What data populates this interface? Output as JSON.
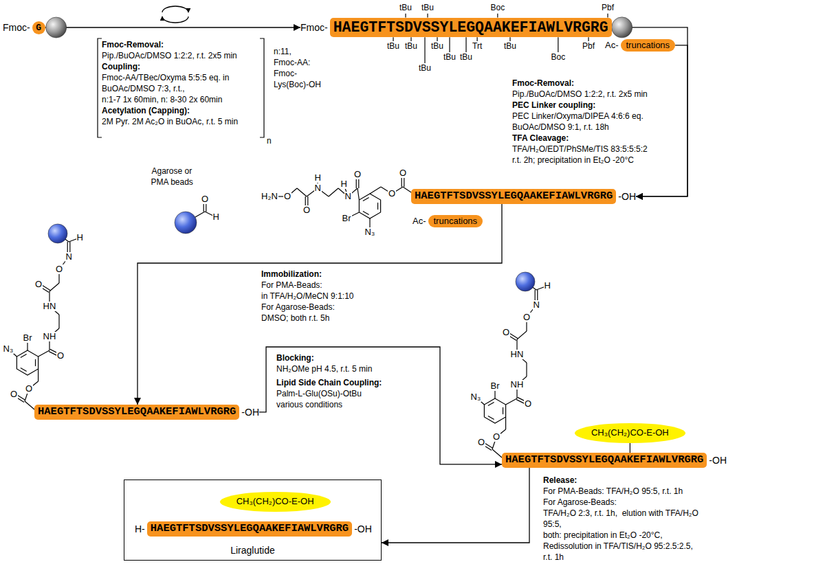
{
  "diagram": {
    "nodes": [
      {
        "text": [
          "Fmoc-",
          "G"
        ]
      },
      {
        "text": [
          "Fmoc-",
          "HAEGTFTSDVSSYLEGQAAKEFIAWLVRGRG"
        ]
      },
      {
        "text": [
          "Ac-",
          "truncations"
        ]
      },
      {
        "text": [
          "HAEGTFTSDVSSYLEGQAAKEFIAWLVRGRG",
          "-OH"
        ]
      },
      {
        "text": [
          "Ac-",
          "truncations"
        ]
      },
      {
        "text": [
          "HAEGTFTSDVSSYLEGQAAKEFIAWLVRGRG",
          "-OH"
        ]
      },
      {
        "text": [
          "HAEGTFTSDVSSYLEGQAAKEFIAWLVRGRG",
          "-OH"
        ]
      },
      {
        "text": [
          "CH₃(CH₂)CO-E-OH"
        ]
      },
      {
        "text": [
          "Liraglutide"
        ]
      },
      {
        "text": [
          "CH₃(CH₂)CO-E-OH"
        ],
        "in": 8
      },
      {
        "text": [
          "H-",
          "HAEGTFTSDVSSYLEGQAAKEFIAWLVRGRG",
          "-OH"
        ],
        "in": 8
      }
    ],
    "edges": [
      {
        "from": 0,
        "to": 1,
        "arrow": "to"
      },
      {
        "from": 1,
        "to": 3,
        "arrow": "to"
      },
      {
        "from": 2,
        "to": 3,
        "arrow": "to"
      },
      {
        "from": 3,
        "to": 5,
        "arrow": "to"
      },
      {
        "from": 5,
        "to": 6,
        "arrow": "to"
      },
      {
        "from": 6,
        "to": 8,
        "arrow": "to"
      }
    ],
    "labels": [
      "Fmoc-Removal:",
      "Pip./BuOAc/DMSO 1:2:2, r.t. 2x5 min",
      "Coupling:",
      "Fmoc-AA/TBec/Oxyma 5:5:5 eq. in",
      "BuOAc/DMSO 7:3, r.t.,",
      "n:1-7 1x 60min, n: 8-30 2x 60min",
      "Acetylation (Capping):",
      "2M Pyr. 2M Ac₂O in BuOAc, r.t. 5 min",
      "n",
      "n:11,",
      "Fmoc-AA:",
      "Fmoc-",
      "Lys(Boc)-OH",
      "tBu",
      "tBu",
      "Boc",
      "Pbf",
      "tBu",
      "tBu",
      "tBu",
      "tBu",
      "Trt",
      "tBu",
      "tBu",
      "tBu",
      "Boc",
      "Pbf",
      "Fmoc-Removal:",
      "Pip./BuOAc/DMSO 1:2:2, r.t. 2x5 min",
      "PEC Linker coupling:",
      "PEC Linker/Oxyma/DIPEA 4:6:6 eq.",
      "BuOAc/DMSO 9:1, r.t. 18h",
      "TFA Cleavage:",
      "TFA/H₂O/EDT/PhSMe/TIS 83:5:5:5:2",
      "r.t. 2h; precipitation in Et₂O -20°C",
      "H₂N",
      "O",
      "O",
      "N",
      "H",
      "N",
      "H",
      "O",
      "Br",
      "N₃",
      "O",
      "O",
      "Agarose or",
      "PMA beads",
      "O",
      "H",
      "Immobilization:",
      "For PMA-Beads:",
      "in TFA/H₂O/MeCN 9:1:10",
      "For Agarose-Beads:",
      "DMSO; both r.t. 5h",
      "H",
      "N",
      "O",
      "O",
      "HN",
      "NH",
      "O",
      "Br",
      "N₃",
      "O",
      "O",
      "Blocking:",
      "NH₂OMe pH 4.5, r.t. 5 min",
      "Lipid Side Chain Coupling:",
      "Palm-L-Glu(OSu)-OtBu",
      "various conditions",
      "H",
      "N",
      "O",
      "O",
      "HN",
      "NH",
      "O",
      "Br",
      "N₃",
      "O",
      "O",
      "Release:",
      "For PMA-Beads: TFA/H₂O 95:5, r.t. 1h",
      "For Agarose-Beads:",
      "TFA/H₂O 2:3, r.t. 1h,  elution with TFA/H₂O",
      "95:5,",
      "both: precipitation in Et₂O -20°C,",
      "Redissolution in TFA/TIS/H₂O 95:2.5:2.5,",
      "r.t. 1h"
    ]
  }
}
